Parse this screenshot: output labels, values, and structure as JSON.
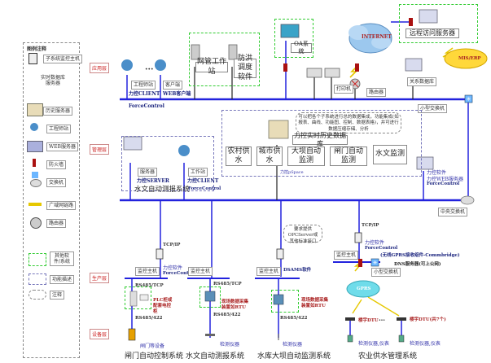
{
  "legend": {
    "title": "图例注释",
    "items": [
      {
        "icon": "monitor-host-icon",
        "label": "子系统监控主机"
      },
      {
        "icon": "none",
        "label": "实时数据库服务器"
      },
      {
        "icon": "history-server-icon",
        "label": "历史服务器"
      },
      {
        "icon": "engineer-station-icon",
        "label": "工程师站"
      },
      {
        "icon": "web-server-icon",
        "label": "WEB服务器"
      },
      {
        "icon": "firewall-icon",
        "label": "防火墙"
      },
      {
        "icon": "switch-icon",
        "label": "交换机"
      },
      {
        "icon": "wan-link-icon",
        "label": "广域网链路"
      },
      {
        "icon": "router-icon",
        "label": "路由器"
      },
      {
        "icon": "green-dashed-box",
        "label": "其他软件/系统"
      },
      {
        "icon": "purple-dashed-box",
        "label": "功能描述"
      },
      {
        "icon": "rounded-dashed-box",
        "label": "注释"
      }
    ]
  },
  "layers": {
    "application": "应用层",
    "management": "管理层",
    "production": "生产层",
    "device": "设备层"
  },
  "application_layer": {
    "client_tag": "工程师站",
    "client_name": "力控CLIENT",
    "web_client_tag": "客户端",
    "web_client_name": "WEB客户端",
    "forcecontrol": "ForceControl",
    "netmgr": "网管工作站",
    "flood_sw": "防洪调度软件",
    "oa": "OA系统",
    "printer": "打印机",
    "router": "路由器",
    "internet": "INTERNET",
    "remote_server": "远程访问服务器",
    "mis": "MIS/ERP",
    "relational_db": "关系数据库",
    "small_switch": "小型交换机"
  },
  "management_layer": {
    "server_tag": "服务器",
    "server_name": "力控SERVER",
    "ws_tag": "工作站",
    "ws_name": "力控CLIENT",
    "hydro_sys": "水文自动测报系统",
    "forcecontrol": "ForceControl",
    "note": "可以把各个子系统进行总的数据集成，功能集成(如报表、曲线、功能图、控制、数据表格)，并可进行数据压缩存储、分析",
    "rtdb": "力控实时历史数据库",
    "modules": [
      "农村供水",
      "城市供水",
      "大坝自动监测",
      "闸门自动监测",
      "水文监测"
    ],
    "pspace": "力控pSpace",
    "web_sw": "力控软件",
    "web_server": "力控WEB服务器",
    "web_fc": "ForceControl",
    "central_switch": "中央交换机"
  },
  "production_layer": {
    "tcpip": "TCP/IP",
    "host": "监控主机",
    "sw": "力控软件",
    "fc": "ForceControl",
    "rs485tcp": "RS485/TCP",
    "opc_note": "要求提供OPCServer或其他标准接口",
    "dsams": "DSAMS软件",
    "gprs_sw": "(无线GPRS接收组件-Commbridge)",
    "dns": "DNS服务器(可上公网)",
    "small_switch": "小型交换机",
    "gprs": "GPRS",
    "plc": "PLC柜或配套电控柜",
    "rtu1": "现场数据采集装置如RTU",
    "rtu2": "现场数据采集装置如RTU",
    "rs485_422": "RS485/422"
  },
  "device_layer": {
    "gate_dev": "闸门等设备",
    "instr": "检测仪器",
    "dtu": "楼宇DTU",
    "dtu_n": "楼宇DTU(共7个)",
    "instr_meter": "检测仪器,仪表",
    "ellipsis": "…"
  },
  "systems": {
    "gate": "闸门自动控制系统",
    "hydro": "水文自动测报系统",
    "dam": "水库大坝自动监测系统",
    "agri": "农业供水管理系统"
  },
  "colors": {
    "bus": "#2222dd",
    "green": "#33cc33",
    "purple": "#7777bb",
    "red_text": "#cc2222"
  }
}
